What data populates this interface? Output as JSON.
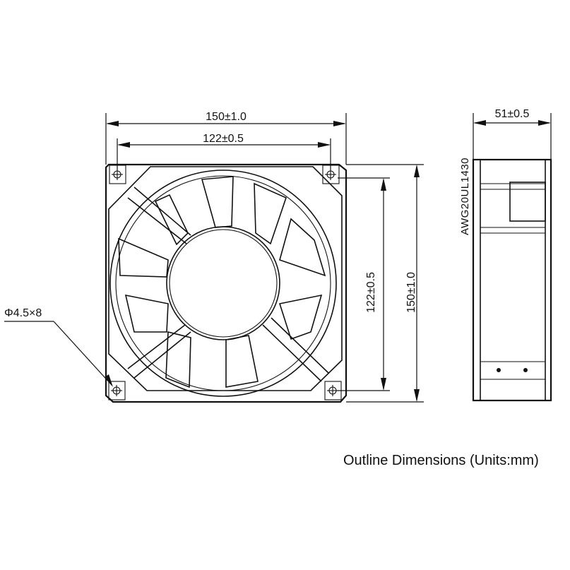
{
  "caption": "Outline Dimensions (Units:mm)",
  "dimensions": {
    "overall_width": "150±1.0",
    "hole_spacing_width": "122±0.5",
    "hole_spacing_height": "122±0.5",
    "overall_height": "150±1.0",
    "depth": "51±0.5",
    "mounting_hole": "Φ4.5×8"
  },
  "side_view": {
    "wire_label": "AWG20UL1430"
  },
  "colors": {
    "line": "#111111",
    "background": "#ffffff"
  }
}
